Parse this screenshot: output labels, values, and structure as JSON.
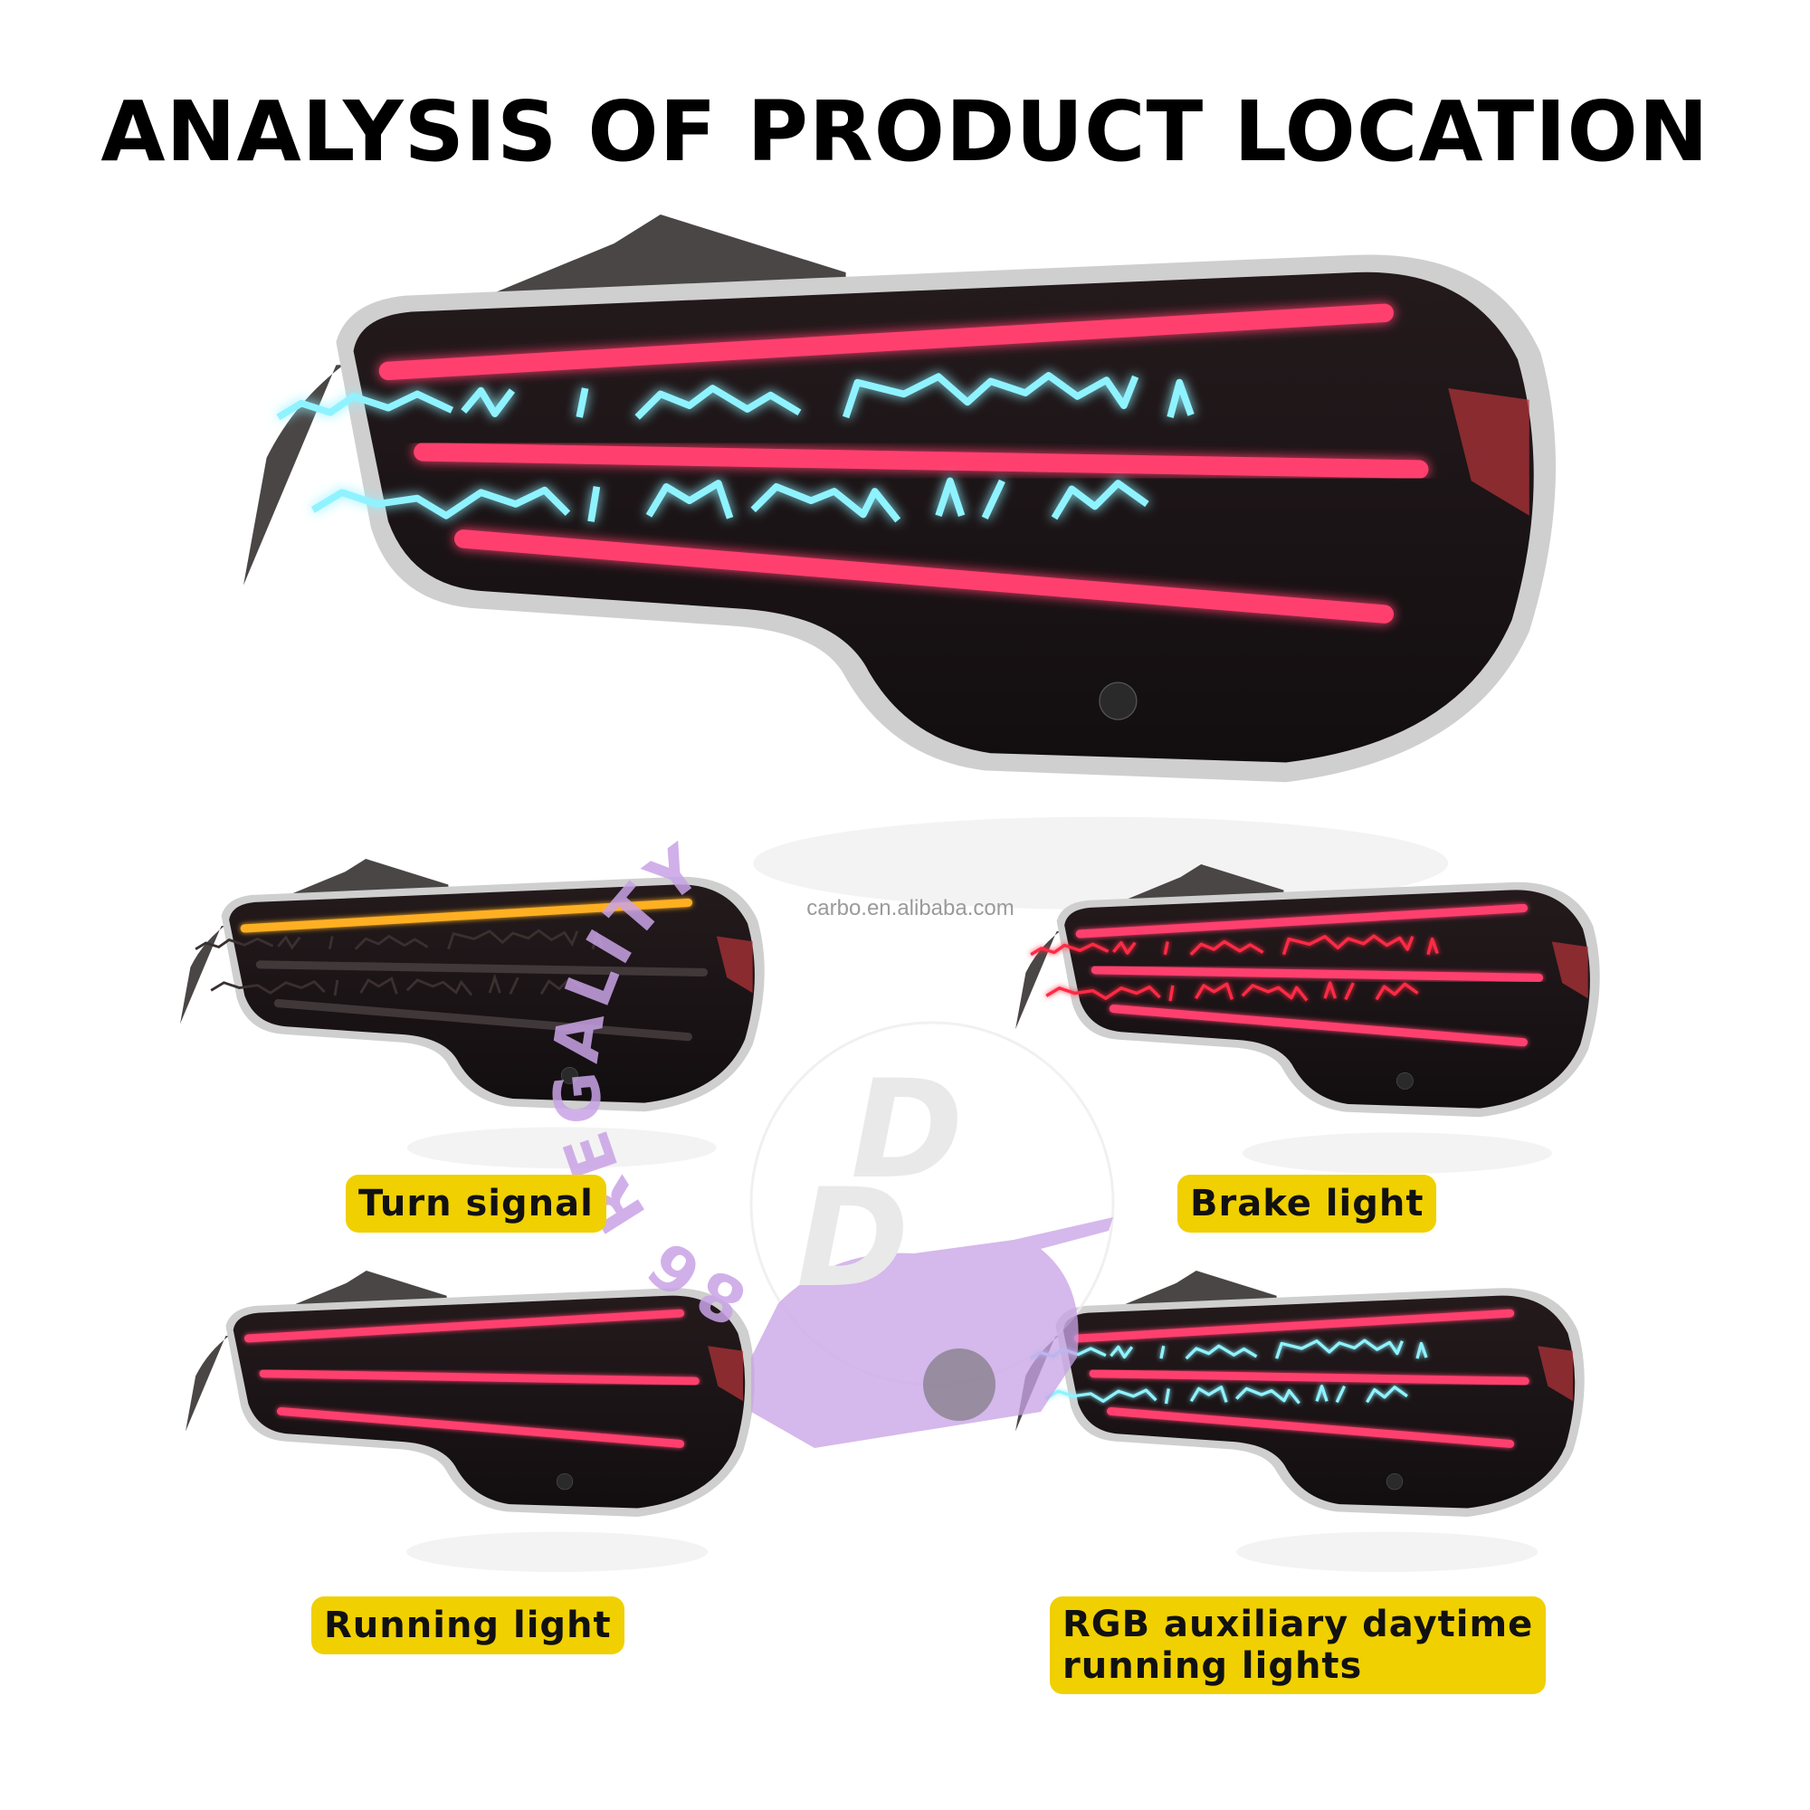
{
  "title": "ANALYSIS OF PRODUCT LOCATION",
  "watermark": {
    "site": "carbo.en.alibaba.com",
    "logo_text": "86 REGALITY",
    "logo_color": "#c9a3e6"
  },
  "labels": {
    "turn_signal": "Turn signal",
    "brake_light": "Brake light",
    "running_light": "Running light",
    "rgb_line1": "RGB auxiliary daytime",
    "rgb_line2": "running lights"
  },
  "colors": {
    "label_bg": "#f0d000",
    "red_bar": "#ff3f6e",
    "amber_bar": "#ffb020",
    "cyan": "#8ff3ff"
  },
  "lamps": [
    {
      "mode": "rgb"
    },
    {
      "mode": "turn"
    },
    {
      "mode": "brake"
    },
    {
      "mode": "running"
    },
    {
      "mode": "rgb"
    }
  ]
}
